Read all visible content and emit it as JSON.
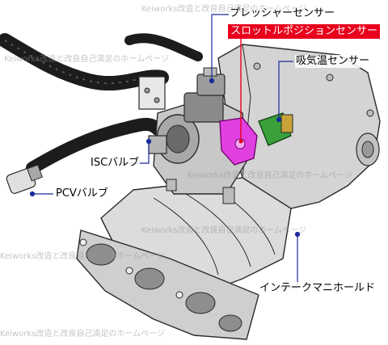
{
  "labels": {
    "pressure_sensor": "プレッシャーセンサー",
    "throttle_position_sensor": "スロットルポジションセンサー",
    "intake_temp_sensor": "吸気温センサー",
    "isc_valve": "ISCバルブ",
    "pcv_valve": "PCVバルブ",
    "intake_manifold": "インテークマニホールド"
  },
  "watermark": "Keiworks改造と改良自己満足のホームページ",
  "colors": {
    "highlight_label_bg": "#e8001c",
    "tps_part": "#e040e0",
    "intake_temp_part": "#3aa03a",
    "leader_line": "#1a2a9c",
    "tps_leader": "#e8001c",
    "manifold_fill": "#d4d4d4",
    "metal_outline": "#2a2a2a"
  }
}
